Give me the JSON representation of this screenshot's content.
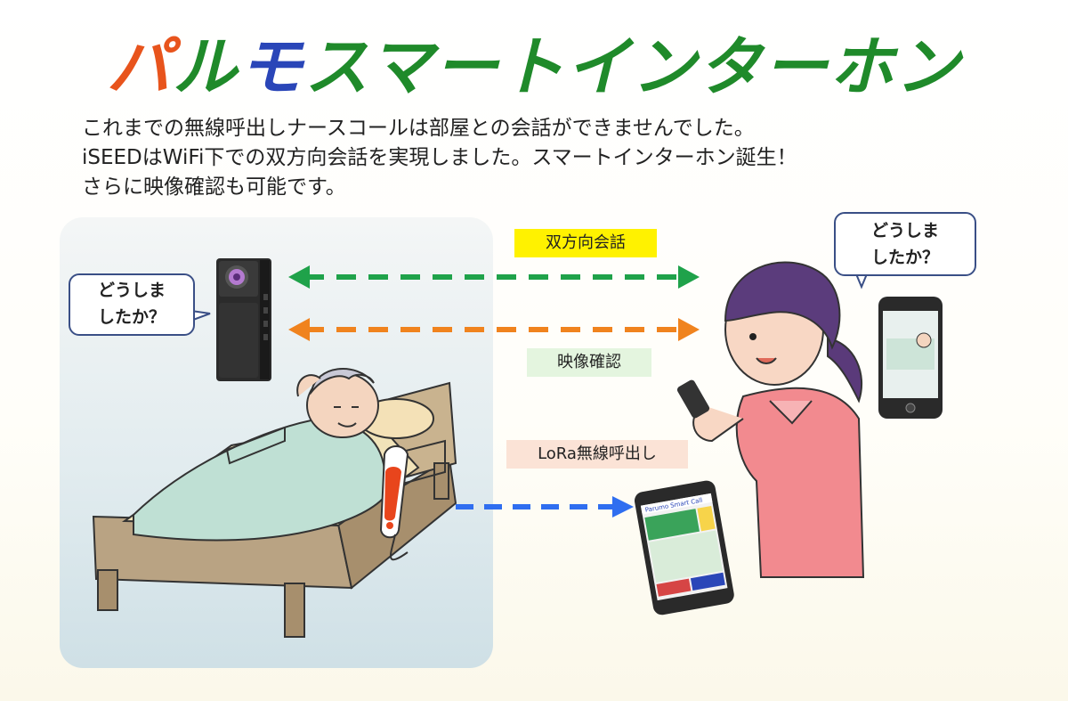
{
  "title": {
    "part1": "パ",
    "part2": "ル",
    "part3": "モ",
    "part4": "スマートインターホン"
  },
  "intro_lines": [
    "これまでの無線呼出しナースコールは部屋との会話ができませんでした。",
    "iSEEDはWiFi下での双方向会話を実現しました。スマートインターホン誕生！",
    "さらに映像確認も可能です。"
  ],
  "labels": {
    "two_way": "双方向会話",
    "video": "映像確認",
    "lora": "LoRa無線呼出し"
  },
  "bubble_left": [
    "どうしま",
    "したか？"
  ],
  "bubble_right": [
    "どうしま",
    "したか？"
  ],
  "colors": {
    "title_orange": "#e8541c",
    "title_green": "#1f8a2a",
    "title_blue": "#2a46b8",
    "arrow_green": "#1fa24a",
    "arrow_orange": "#f0831e",
    "arrow_blue": "#2f6ef0"
  },
  "phone_screen": {
    "app_title": "Parumo Smart Call"
  }
}
